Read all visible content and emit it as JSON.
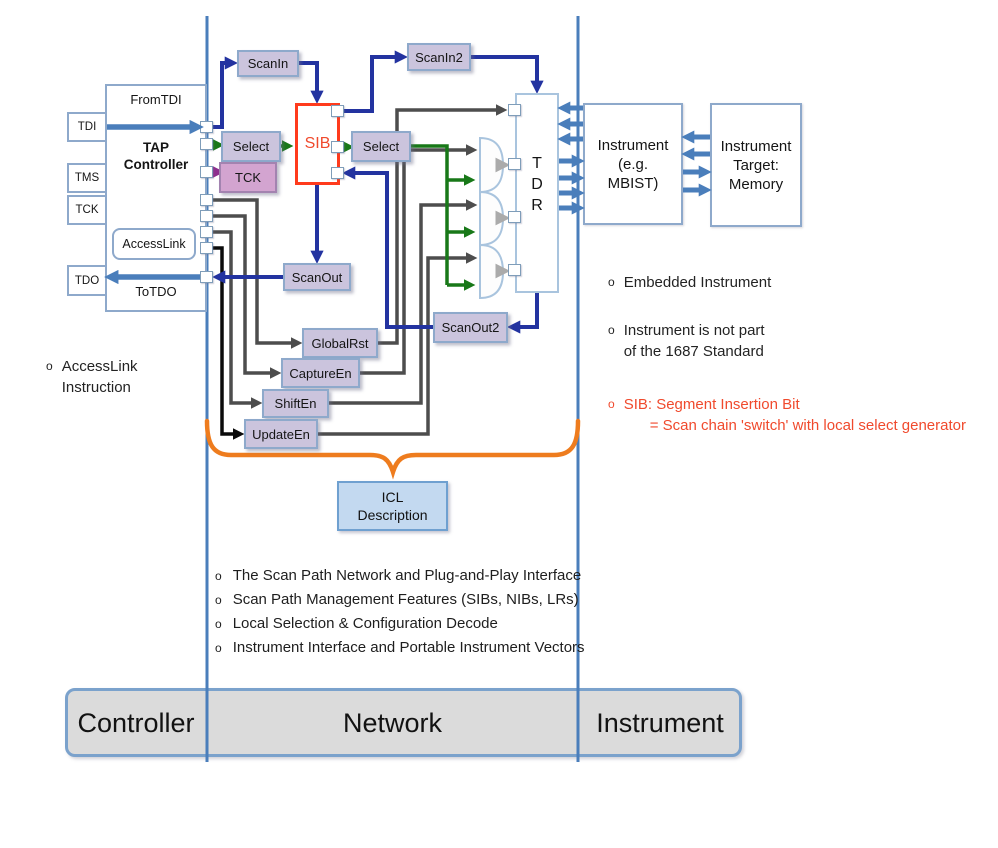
{
  "bullet_char": "o",
  "tap": {
    "from_tdi": "FromTDI",
    "title_line1": "TAP",
    "title_line2": "Controller",
    "access_link": "AccessLink",
    "to_tdo": "ToTDO"
  },
  "pins": {
    "tdi": "TDI",
    "tms": "TMS",
    "tck": "TCK",
    "tdo": "TDO"
  },
  "network": {
    "scanin": "ScanIn",
    "scanin2": "ScanIn2",
    "select1": "Select",
    "tck": "TCK",
    "sib": "SIB",
    "select2": "Select",
    "scanout": "ScanOut",
    "scanout2": "ScanOut2",
    "globalrst": "GlobalRst",
    "captureen": "CaptureEn",
    "shiften": "ShiftEn",
    "updateen": "UpdateEn",
    "tdr_letters": [
      "T",
      "D",
      "R"
    ]
  },
  "instrument": {
    "box_lines": [
      "Instrument",
      "(e.g.",
      "MBIST)"
    ],
    "target_lines": [
      "Instrument",
      "Target:",
      "Memory"
    ]
  },
  "notes": {
    "left": {
      "line1": "AccessLink",
      "line2": "Instruction"
    },
    "right1": "Embedded Instrument",
    "right2_line1": "Instrument is not part",
    "right2_line2": "of the 1687 Standard",
    "right3_line1": "SIB: Segment Insertion Bit",
    "right3_line2": "= Scan chain 'switch' with local select generator"
  },
  "icl": {
    "box_line1": "ICL",
    "box_line2": "Description",
    "bullets": [
      "The Scan Path Network and Plug-and-Play Interface",
      "Scan Path Management Features (SIBs, NIBs, LRs)",
      "Local Selection & Configuration Decode",
      "Instrument Interface and Portable Instrument Vectors"
    ]
  },
  "footer": {
    "controller": "Controller",
    "network": "Network",
    "instrument": "Instrument"
  },
  "colors": {
    "scan_path_navy": "#2333A0",
    "tap_blue": "#4A7EBB",
    "select_green": "#187818",
    "tck_purple": "#8E2E8E",
    "control_gray": "#4D4D4D",
    "update_black": "#0A0A0A",
    "gate_output_gray": "#ABABAB",
    "sib_red": "#F04A2D",
    "brace_orange": "#EE7C1E",
    "box_lavender": "#CBC4DD",
    "tck_box_pink": "#D3A4D0",
    "icl_box_blue": "#C3D9F0",
    "footer_gray": "#DBDBDB",
    "border_blue": "#8EA9CB"
  }
}
